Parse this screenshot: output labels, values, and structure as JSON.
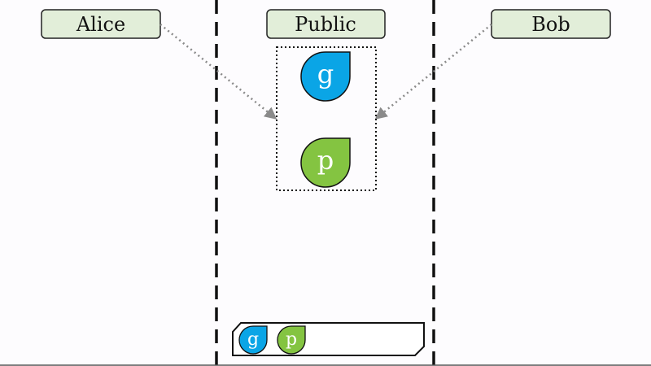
{
  "parties": {
    "left": {
      "label": "Alice"
    },
    "center": {
      "label": "Public"
    },
    "right": {
      "label": "Bob"
    }
  },
  "public_values": [
    {
      "symbol": "g",
      "color": "#0aa5e6"
    },
    {
      "symbol": "p",
      "color": "#84c441"
    }
  ],
  "tray_values": [
    {
      "symbol": "g",
      "color": "#0aa5e6"
    },
    {
      "symbol": "p",
      "color": "#84c441"
    }
  ],
  "colors": {
    "label_box_fill": "#e2eed9",
    "arrow": "#8a8a8a",
    "divider": "#111111"
  }
}
